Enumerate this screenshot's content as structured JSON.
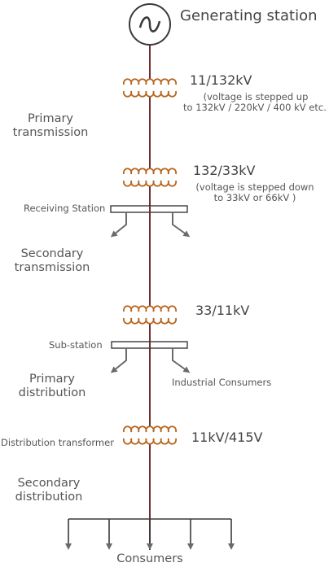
{
  "title": "Generating station",
  "colors": {
    "line": "#6b2f2f",
    "coil": "#b8651e",
    "text": "#444444"
  },
  "icons": {
    "generator": "ac-generator-symbol",
    "transformer": "transformer-coil-symbol",
    "feeder": "down-arrow"
  },
  "transformers": [
    {
      "ratio": "11/132kV",
      "note_line1": "(voltage is stepped up",
      "note_line2": "to 132kV / 220kV / 400 kV etc. )"
    },
    {
      "ratio": "132/33kV",
      "note_line1": "(voltage is stepped down",
      "note_line2": "to 33kV or 66kV )"
    },
    {
      "ratio": "33/11kV",
      "note_line1": "",
      "note_line2": ""
    },
    {
      "ratio": "11kV/415V",
      "note_line1": "",
      "note_line2": ""
    }
  ],
  "labels": {
    "primary_transmission_1": "Primary",
    "primary_transmission_2": "transmission",
    "receiving_station": "Receiving Station",
    "secondary_transmission_1": "Secondary",
    "secondary_transmission_2": "transmission",
    "substation": "Sub-station",
    "primary_distribution_1": "Primary",
    "primary_distribution_2": "distribution",
    "industrial_consumers": "Industrial Consumers",
    "distribution_transformer": "Distribution transformer",
    "secondary_distribution_1": "Secondary",
    "secondary_distribution_2": "distribution",
    "consumers": "Consumers"
  }
}
